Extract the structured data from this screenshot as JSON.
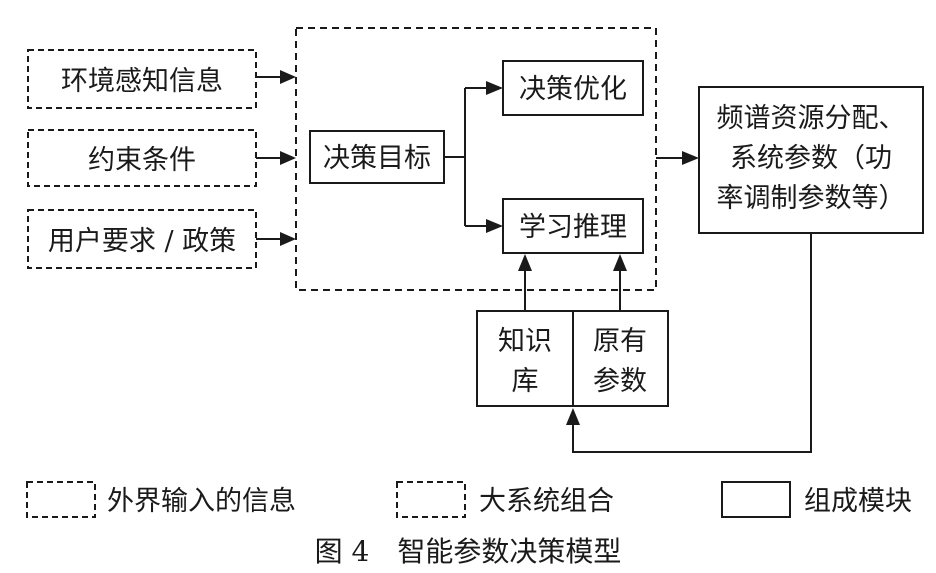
{
  "inputs": [
    "环境感知信息",
    "约束条件",
    "用户要求 / 政策"
  ],
  "center": {
    "goal": "决策目标",
    "optimize": "决策优化",
    "reasoning": "学习推理"
  },
  "output": {
    "line1": "频谱资源分配、",
    "line2": "系统参数（功",
    "line3": "率调制参数等）"
  },
  "knowledge": {
    "line1": "知识",
    "line2": "库"
  },
  "params": {
    "line1": "原有",
    "line2": "参数"
  },
  "legend": {
    "external": "外界输入的信息",
    "system": "大系统组合",
    "module": "组成模块"
  },
  "caption": "图 4　智能参数决策模型"
}
